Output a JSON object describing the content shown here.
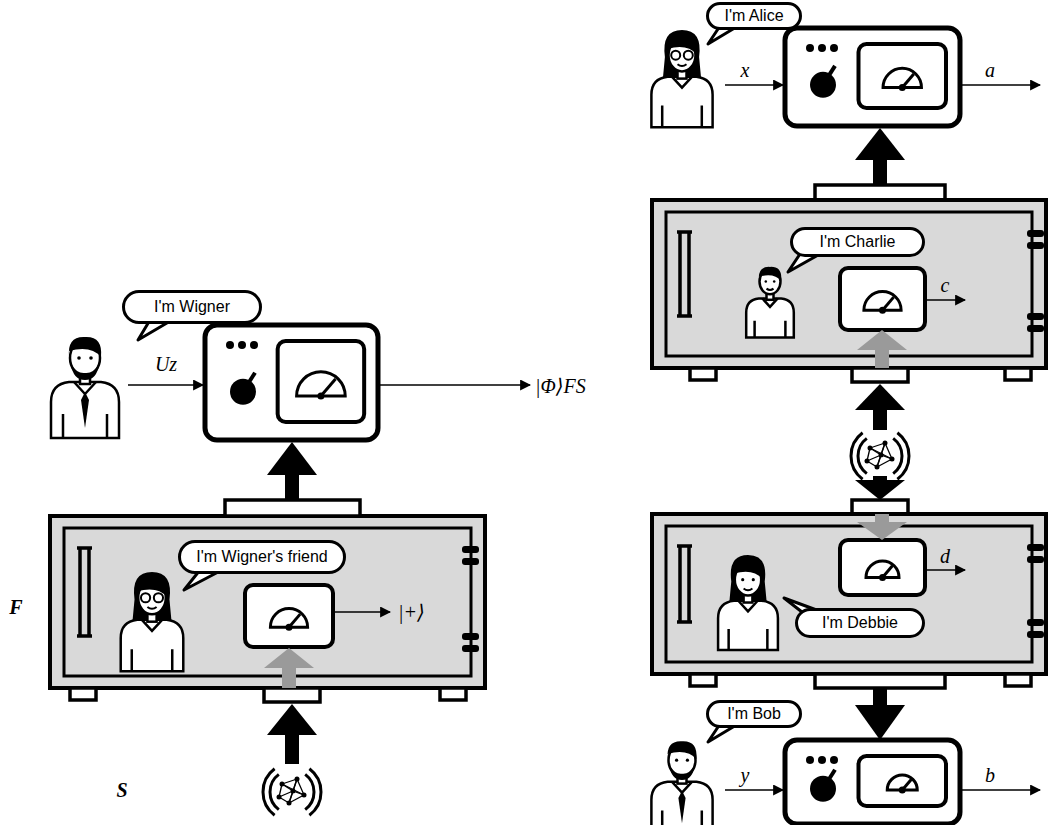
{
  "diagram": {
    "nodes": [
      {
        "text": [
          "I'm Wigner"
        ]
      },
      {
        "text": [
          "I'm Wigner's friend"
        ]
      },
      {
        "text": [
          "I'm Alice"
        ]
      },
      {
        "text": [
          "I'm Charlie"
        ]
      },
      {
        "text": [
          "I'm Debbie"
        ]
      },
      {
        "text": [
          "I'm Bob"
        ]
      }
    ],
    "labels": [
      "Uz",
      "|Φ⟩FS",
      "|+⟩",
      "F",
      "S",
      "x",
      "a",
      "c",
      "d",
      "y",
      "b"
    ]
  }
}
